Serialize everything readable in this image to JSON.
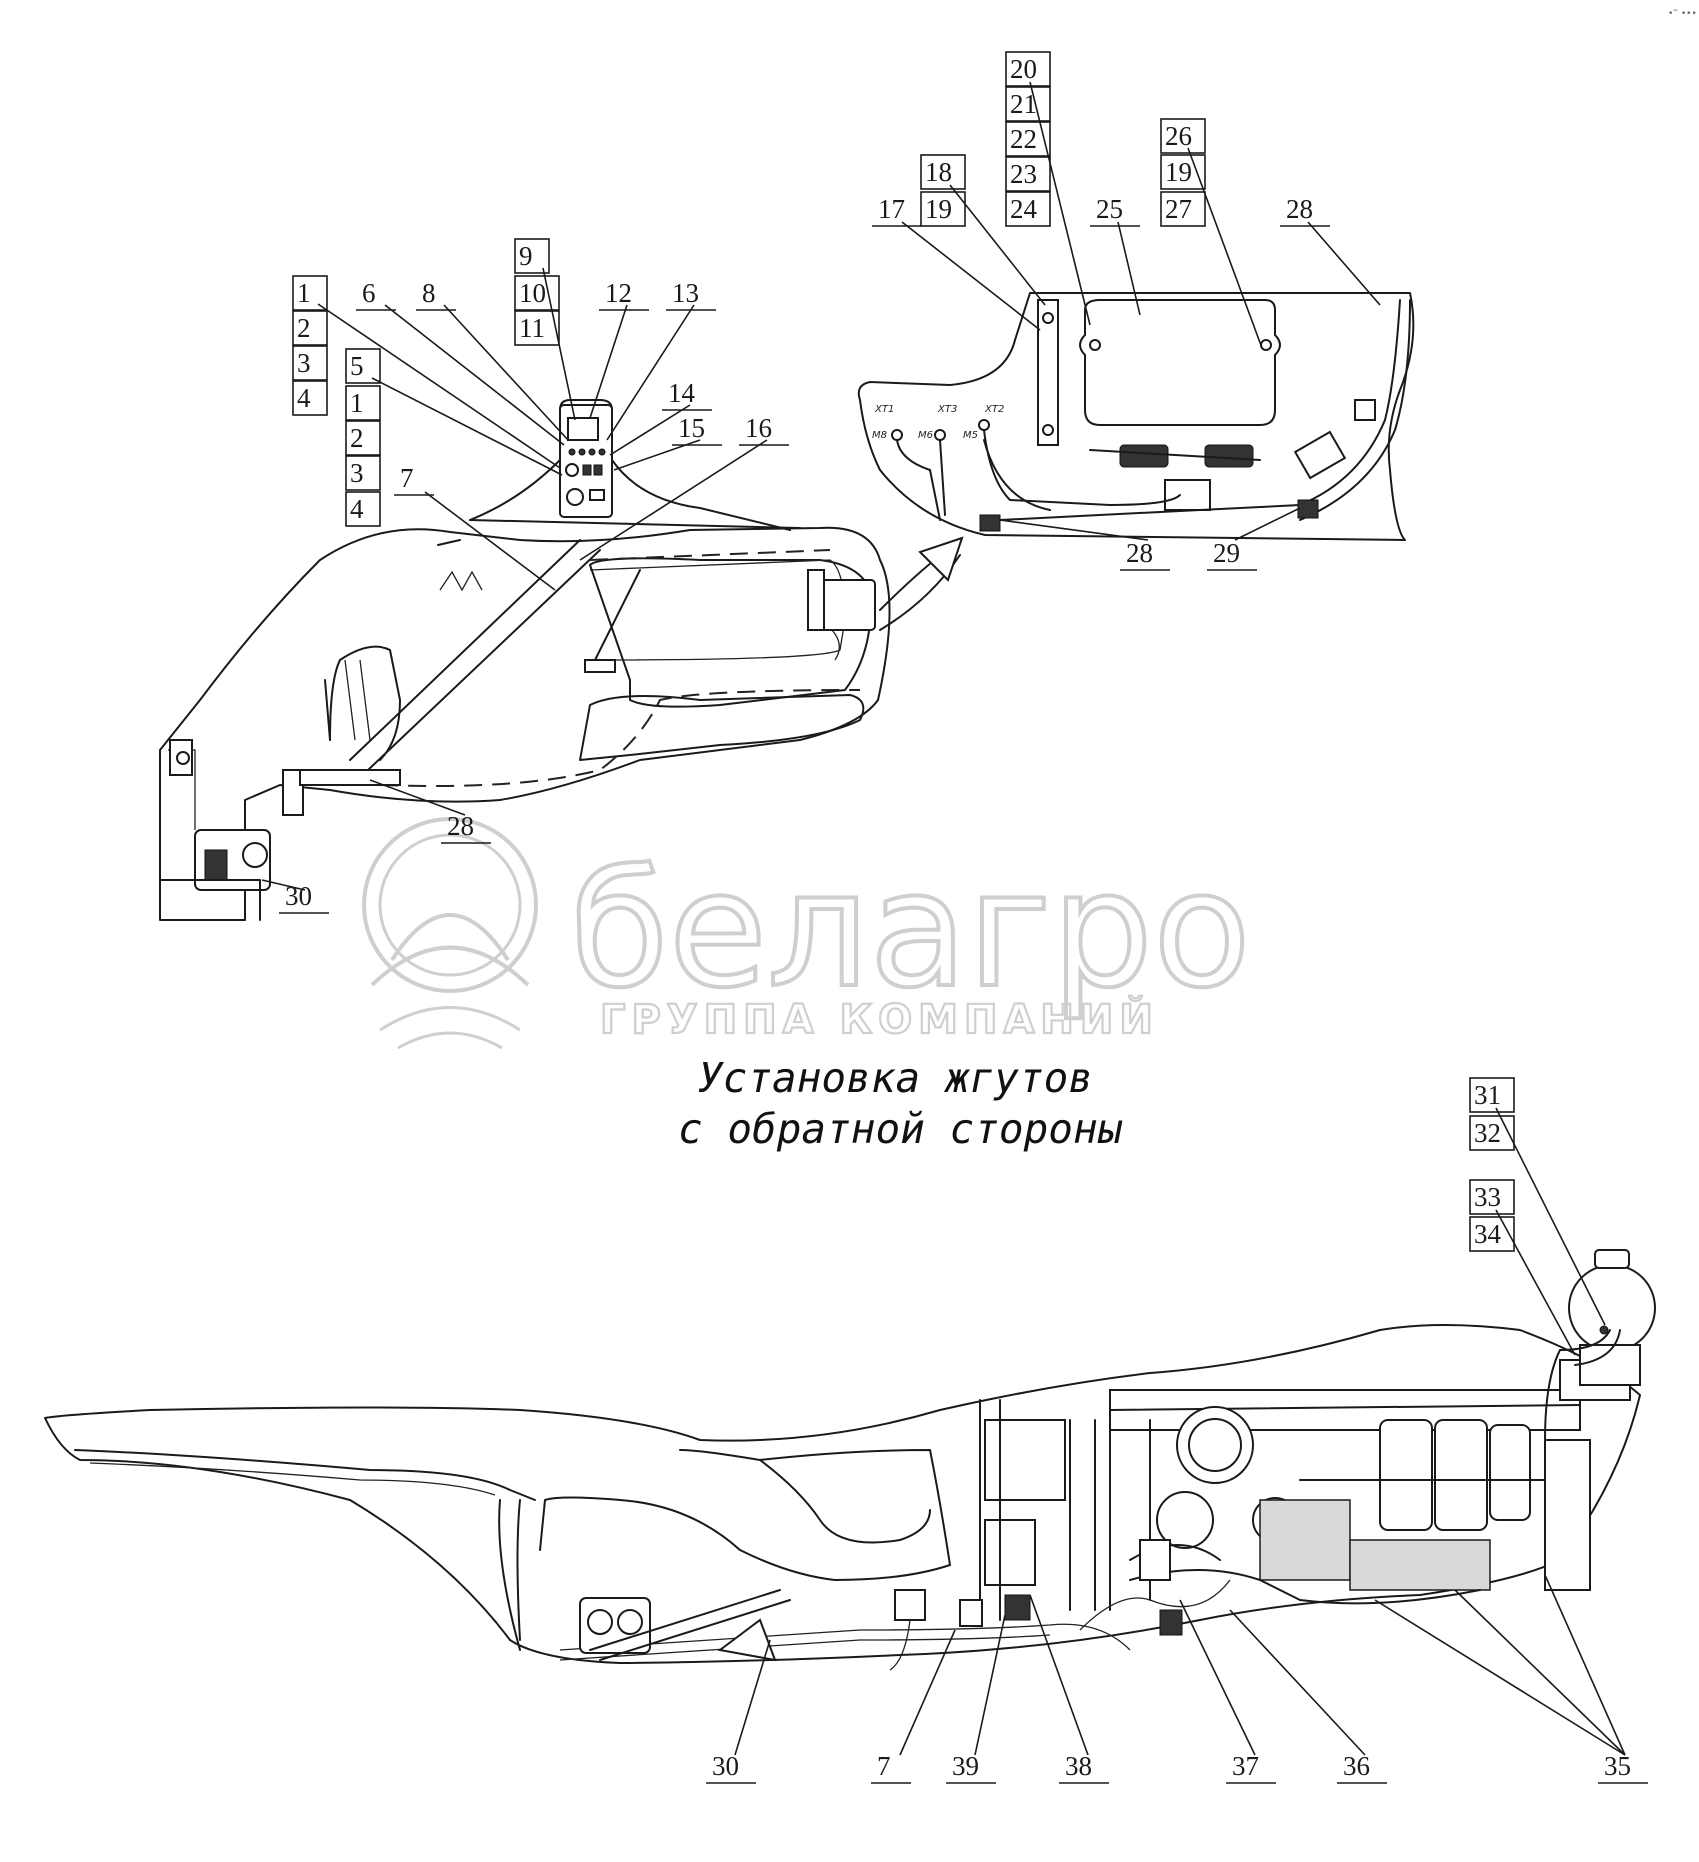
{
  "corner_mark": "•‴ •••",
  "watermark": {
    "brand": "белагро",
    "subtitle": "ГРУППА КОМПАНИЙ"
  },
  "heading": {
    "line1": "Установка жгутов",
    "line2": "с обратной стороны"
  },
  "detail_labels": {
    "xt1": "XT1",
    "xt3": "XT3",
    "xt2": "XT2",
    "m8": "M8",
    "m6": "M6",
    "m5": "M5"
  },
  "callouts": [
    "1",
    "2",
    "3",
    "4",
    "5",
    "1",
    "2",
    "3",
    "4",
    "6",
    "7",
    "8",
    "9",
    "10",
    "11",
    "12",
    "13",
    "14",
    "15",
    "16",
    "28",
    "30",
    "17",
    "18",
    "19",
    "20",
    "21",
    "22",
    "23",
    "24",
    "25",
    "26",
    "19",
    "27",
    "28",
    "28",
    "29",
    "31",
    "32",
    "33",
    "34",
    "30",
    "7",
    "39",
    "38",
    "37",
    "36",
    "35"
  ]
}
